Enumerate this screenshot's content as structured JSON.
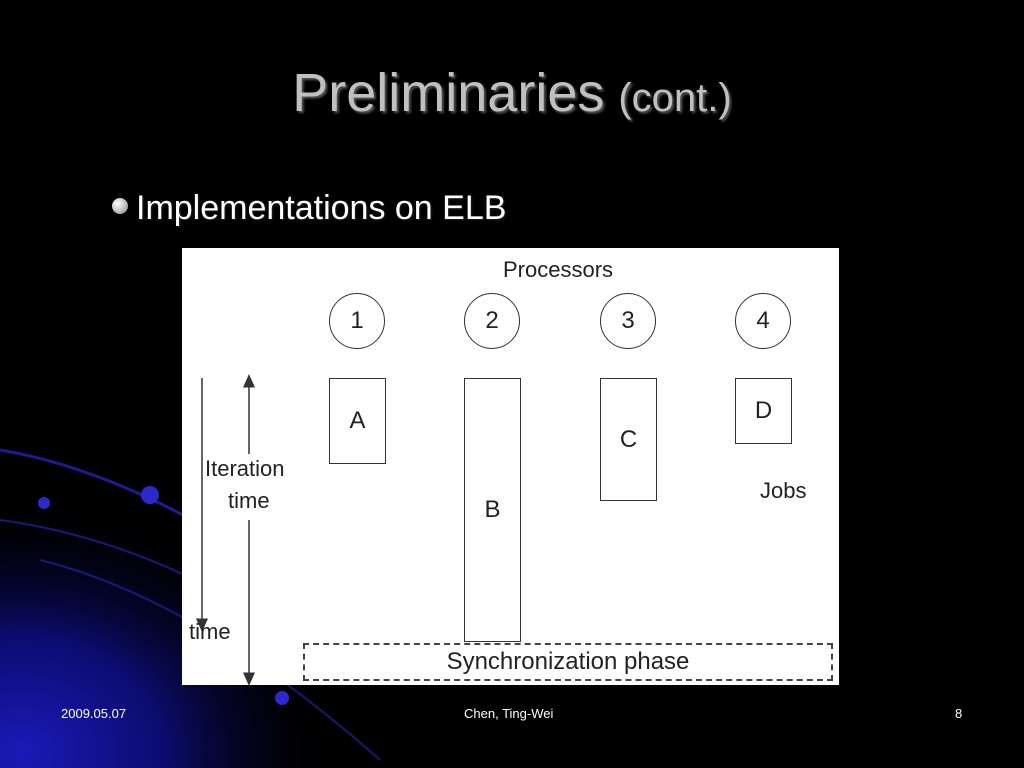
{
  "slide": {
    "title": "Preliminaries",
    "title_suffix": "(cont.)",
    "bullet": "Implementations on ELB"
  },
  "diagram": {
    "processors_label": "Processors",
    "processors": [
      "1",
      "2",
      "3",
      "4"
    ],
    "jobs": [
      "A",
      "B",
      "C",
      "D"
    ],
    "jobs_label": "Jobs",
    "iteration_label_line1": "Iteration",
    "iteration_label_line2": "time",
    "time_label": "time",
    "sync_label": "Synchronization phase"
  },
  "footer": {
    "date": "2009.05.07",
    "author": "Chen, Ting-Wei",
    "page": "8"
  },
  "colors": {
    "background": "#000000",
    "accent": "#1a1aa8",
    "title": "#c0c0c0"
  }
}
